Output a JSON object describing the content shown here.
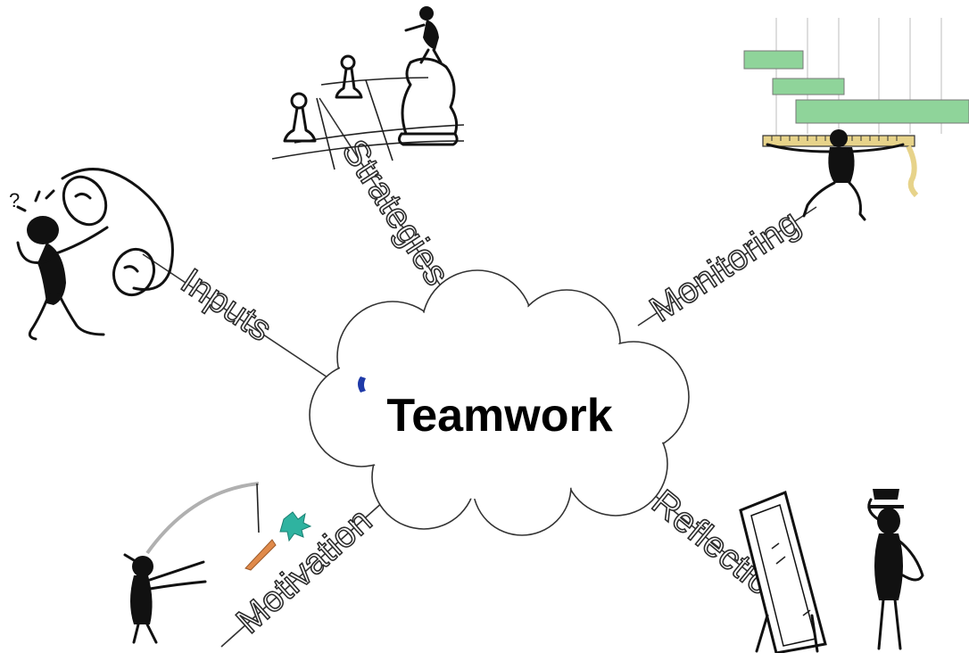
{
  "diagram": {
    "center": {
      "label": "Teamwork"
    },
    "spokes": [
      {
        "id": "inputs",
        "label": "Inputs",
        "icon": "phone-ringing-figure-icon"
      },
      {
        "id": "strategies",
        "label": "Strategies",
        "icon": "chess-pieces-icon"
      },
      {
        "id": "monitoring",
        "label": "Monitoring",
        "icon": "figure-holding-bar-chart-icon"
      },
      {
        "id": "motivation",
        "label": "Motivation",
        "icon": "carrot-on-stick-figure-icon"
      },
      {
        "id": "reflection",
        "label": "Reflection",
        "icon": "mirror-and-figure-icon"
      }
    ],
    "colors": {
      "background": "#ffffff",
      "line": "#333333",
      "cloud_fill": "#ffffff",
      "bar_green": "#8fd49a",
      "carrot_leaf": "#2fb3a0",
      "carrot": "#e08a4a",
      "accent_blue": "#1f3aa8"
    }
  }
}
